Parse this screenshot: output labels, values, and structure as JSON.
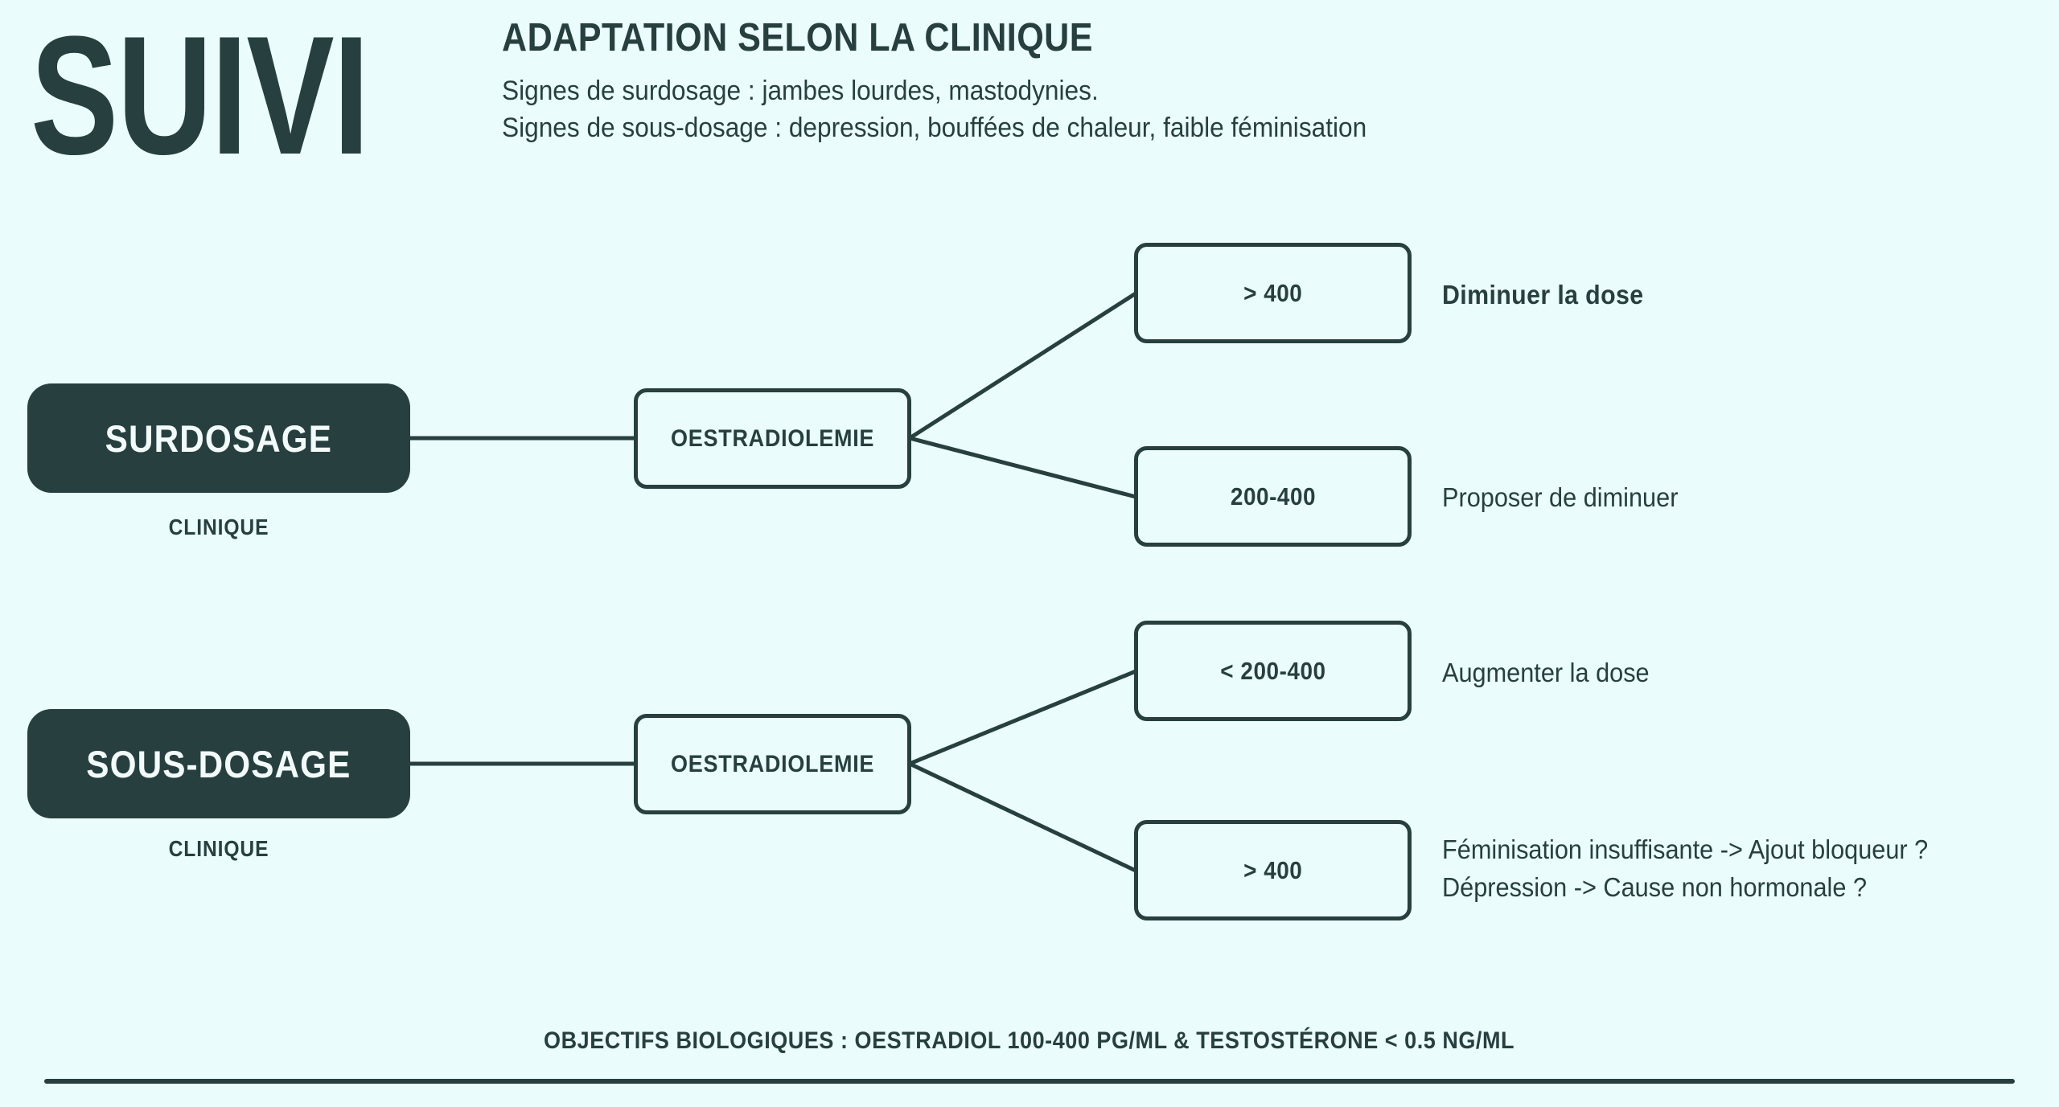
{
  "page": {
    "kicker": "SUIVI",
    "title": "ADAPTATION SELON LA CLINIQUE",
    "intro_lines": [
      "Signes de surdosage : jambes lourdes, mastodynies.",
      "Signes de sous-dosage : depression, bouffées de chaleur, faible féminisation"
    ],
    "background_color": "#eafcfc",
    "ink_color": "#27403f"
  },
  "branches": [
    {
      "pill_label": "SURDOSAGE",
      "pill_sublabel": "CLINIQUE",
      "test_label": "OESTRADIOLEMIE",
      "outcomes": [
        {
          "value": "> 400",
          "note_lines": [
            "Diminuer la dose"
          ],
          "emphasis": "bold"
        },
        {
          "value": "200-400",
          "note_lines": [
            "Proposer de diminuer"
          ],
          "emphasis": "regular"
        }
      ]
    },
    {
      "pill_label": "SOUS-DOSAGE",
      "pill_sublabel": "CLINIQUE",
      "test_label": "OESTRADIOLEMIE",
      "outcomes": [
        {
          "value": "< 200-400",
          "note_lines": [
            "Augmenter la dose"
          ],
          "emphasis": "regular"
        },
        {
          "value": "> 400",
          "note_lines": [
            "Féminisation insuffisante -> Ajout bloqueur ?",
            "Dépression -> Cause non hormonale ?"
          ],
          "emphasis": "regular"
        }
      ]
    }
  ],
  "footer": {
    "text": "OBJECTIFS BIOLOGIQUES : OESTRADIOL  100-400 PG/ML & TESTOSTÉRONE < 0.5 NG/ML"
  }
}
